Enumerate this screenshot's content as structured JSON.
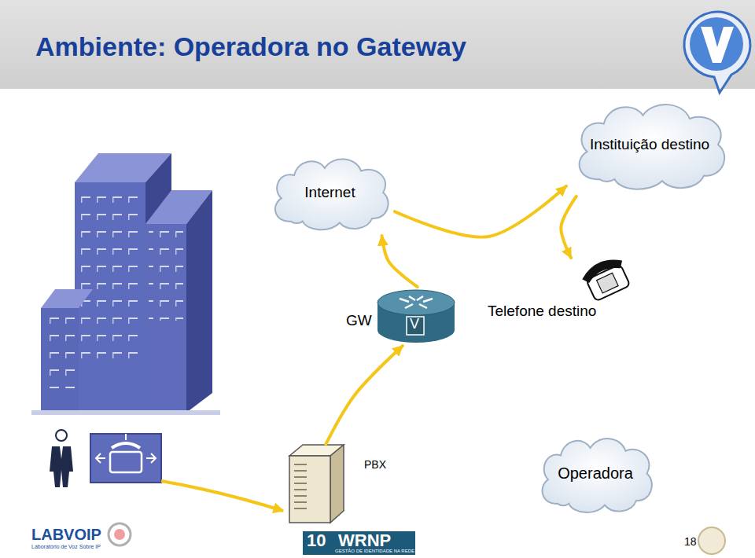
{
  "diagram": {
    "title": "Ambiente: Operadora no Gateway",
    "nodes": [
      {
        "text": [
          "Internet"
        ]
      },
      {
        "text": [
          "Instituição destino"
        ]
      },
      {
        "text": [
          "GW"
        ]
      },
      {
        "text": [
          "Telefone destino"
        ]
      },
      {
        "text": [
          "PBX"
        ]
      },
      {
        "text": [
          "Operadora"
        ]
      }
    ],
    "edges": [
      {
        "from": 4,
        "to": 2,
        "arrow": "to"
      },
      {
        "from": 2,
        "to": 0,
        "arrow": "to"
      },
      {
        "from": 0,
        "to": 1,
        "arrow": "to"
      },
      {
        "from": 1,
        "to": 3,
        "arrow": "to"
      }
    ],
    "labels": [
      "LABVOIP",
      "Laboratório de Voz Sobre IP",
      "10",
      "WRNP",
      "GESTÃO DE IDENTIDADE NA REDE",
      "18",
      "V"
    ]
  }
}
